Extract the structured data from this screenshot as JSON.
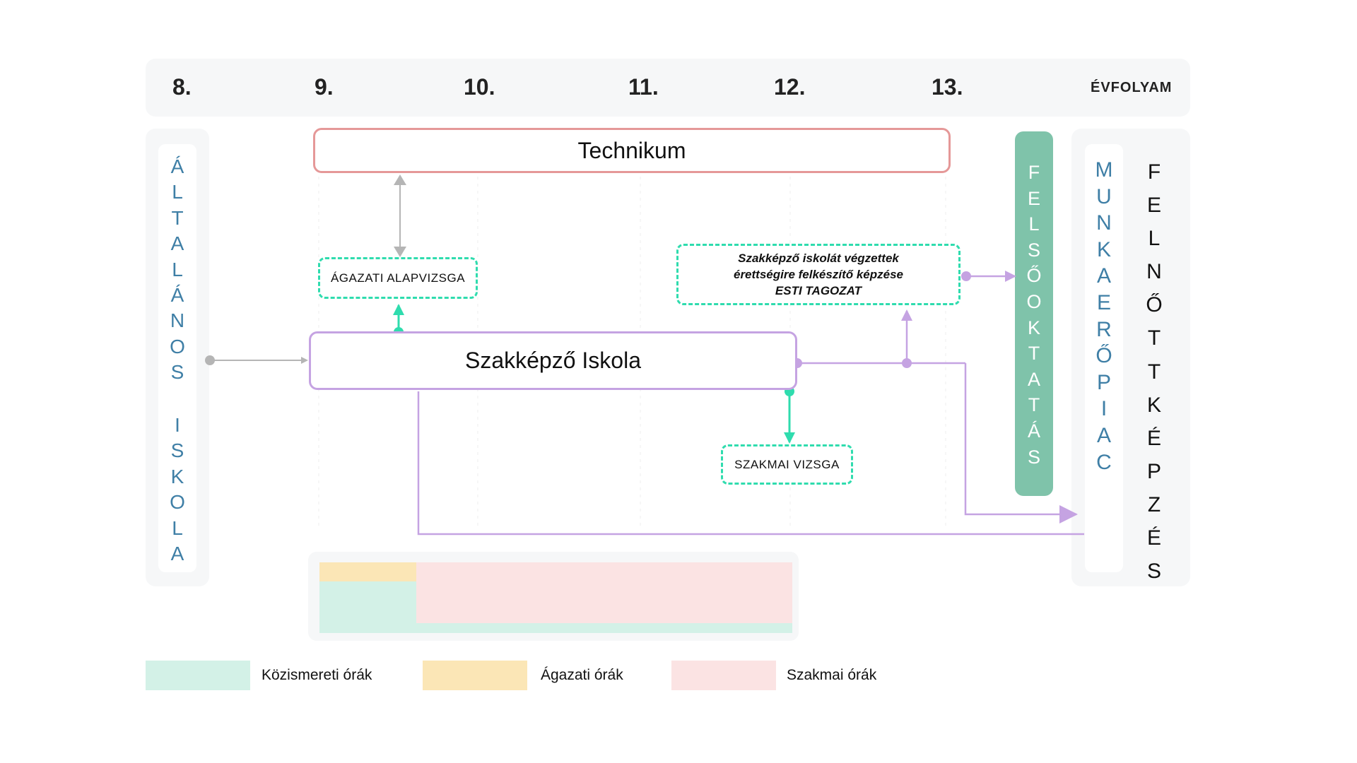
{
  "grades": {
    "g8": "8.",
    "g9": "9.",
    "g10": "10.",
    "g11": "11.",
    "g12": "12.",
    "g13": "13.",
    "label": "ÉVFOLYAM"
  },
  "left_column": {
    "word1": [
      "Á",
      "L",
      "T",
      "A",
      "L",
      "Á",
      "N",
      "O",
      "S"
    ],
    "word2": [
      "I",
      "S",
      "K",
      "O",
      "L",
      "A"
    ]
  },
  "felsooktatas": [
    "F",
    "E",
    "L",
    "S",
    "Ő",
    "O",
    "K",
    "T",
    "A",
    "T",
    "Á",
    "S"
  ],
  "munkaeropiac": [
    "M",
    "U",
    "N",
    "K",
    "A",
    "E",
    "R",
    "Ő",
    "P",
    "I",
    "A",
    "C"
  ],
  "felnottkepzes": [
    "F",
    "E",
    "L",
    "N",
    "Ő",
    "T",
    "T",
    "K",
    "É",
    "P",
    "Z",
    "É",
    "S"
  ],
  "boxes": {
    "technikum": "Technikum",
    "szakkepzo": "Szakképző Iskola",
    "agazati_alapvizsga": "ÁGAZATI ALAPVIZSGA",
    "esti_line1": "Szakképző iskolát végzettek",
    "esti_line2": "érettségire felkészítő képzése",
    "esti_line3": "ESTI TAGOZAT",
    "szakmai_vizsga": "SZAKMAI VIZSGA"
  },
  "legend": {
    "kozismereti": "Közismereti órák",
    "agazati": "Ágazati órák",
    "szakmai": "Szakmai órák"
  },
  "colors": {
    "kozismereti": "#d3f1e7",
    "agazati": "#fbe6b6",
    "szakmai": "#fbe3e3",
    "technikum_border": "#e59898",
    "szakkepzo_border": "#c5a3e2",
    "dashed_border": "#2fdcae",
    "felsooktatas_bg": "#7fc3aa",
    "blue_text": "#3f7fa6"
  }
}
